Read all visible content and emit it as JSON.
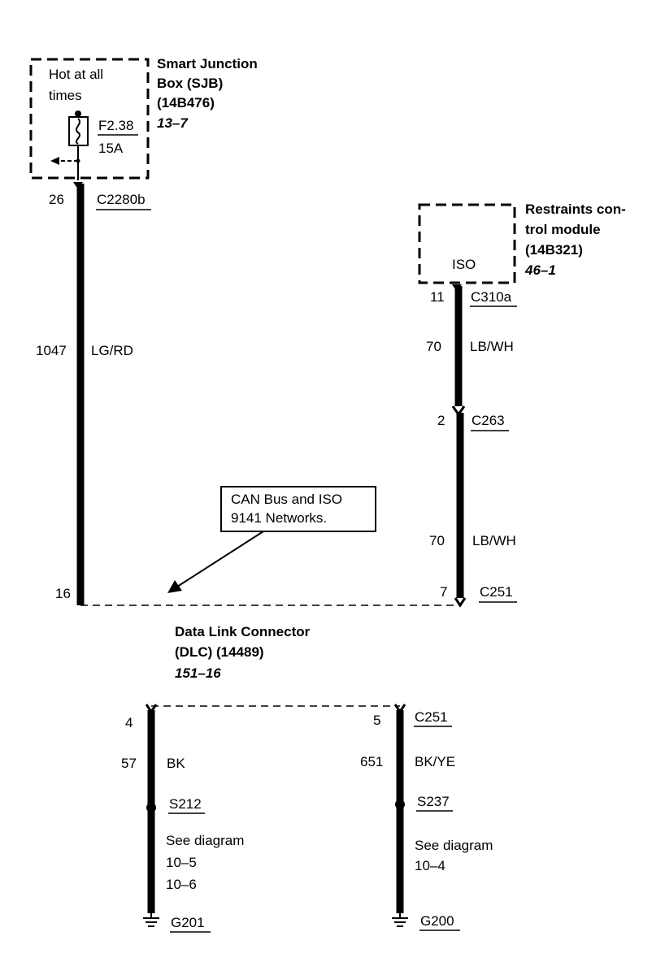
{
  "sjb": {
    "title_line1": "Smart Junction",
    "title_line2": "Box (SJB)",
    "part_number": "(14B476)",
    "page_ref": "13–7",
    "hot_line1": "Hot at all",
    "hot_line2": "times",
    "fuse_id": "F2.38",
    "fuse_rating": "15A"
  },
  "rcm": {
    "title_line1": "Restraints con-",
    "title_line2": "trol module",
    "part_number": "(14B321)",
    "page_ref": "46–1",
    "circuit_label": "ISO"
  },
  "dlc": {
    "title_line1": "Data Link Connector",
    "title_line2": "(DLC) (14489)",
    "page_ref": "151–16"
  },
  "callout": {
    "line1": "CAN Bus and ISO",
    "line2": "9141 Networks."
  },
  "left_circuit": {
    "pin_c2280b": "26",
    "connector_c2280b": "C2280b",
    "circuit_number": "1047",
    "wire_color": "LG/RD",
    "pin_dlc": "16"
  },
  "right_circuit": {
    "pin_c310a": "11",
    "connector_c310a": "C310a",
    "circuit_number_upper": "70",
    "wire_color_upper": "LB/WH",
    "pin_c263": "2",
    "connector_c263": "C263",
    "circuit_number_lower": "70",
    "wire_color_lower": "LB/WH",
    "pin_dlc": "7",
    "connector_dlc": "C251"
  },
  "ground_left": {
    "pin": "4",
    "circuit_number": "57",
    "wire_color": "BK",
    "splice": "S212",
    "see_diagram": "See diagram",
    "ref1": "10–5",
    "ref2": "10–6",
    "ground": "G201"
  },
  "ground_right": {
    "pin": "5",
    "connector": "C251",
    "circuit_number": "651",
    "wire_color": "BK/YE",
    "splice": "S237",
    "see_diagram": "See diagram",
    "ref1": "10–4",
    "ground": "G200"
  }
}
